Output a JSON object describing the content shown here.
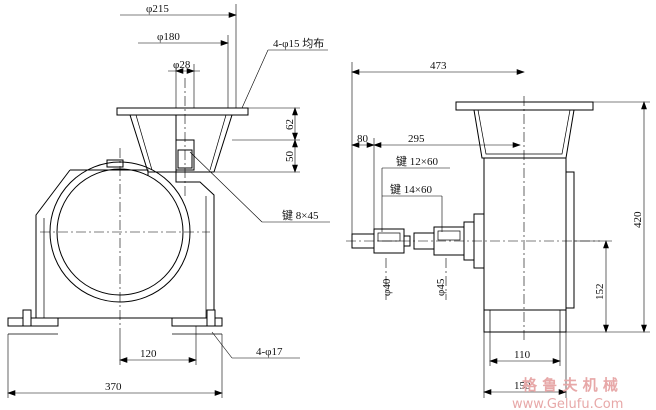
{
  "colors": {
    "outline": "#000000",
    "dimension": "#000000",
    "watermark": "#e7a8a8",
    "background": "#ffffff"
  },
  "front_view": {
    "dim_outer_dia": "φ215",
    "dim_bolt_circle": "φ180",
    "dim_shaft_dia": "φ28",
    "dim_flange_holes": "4-φ15 均布",
    "dim_flange_height": "62",
    "dim_neck_height": "50",
    "dim_key": "键 8×45",
    "dim_foot_spacing": "120",
    "dim_overall_length": "370",
    "dim_foot_holes": "4-φ17"
  },
  "side_view": {
    "dim_overall_width": "473",
    "dim_shaft_ext": "80",
    "dim_shaft_span": "295",
    "dim_key_large": "键 12×60",
    "dim_key_small": "键 14×60",
    "dim_shaft_left": "φ40",
    "dim_shaft_right": "φ45",
    "dim_overall_height": "420",
    "dim_center_height": "152",
    "dim_base_inner": "110",
    "dim_base_outer": "150"
  },
  "watermark": {
    "brand": "格 鲁 夫 机 械",
    "url": "www.Gelufu.Com"
  }
}
